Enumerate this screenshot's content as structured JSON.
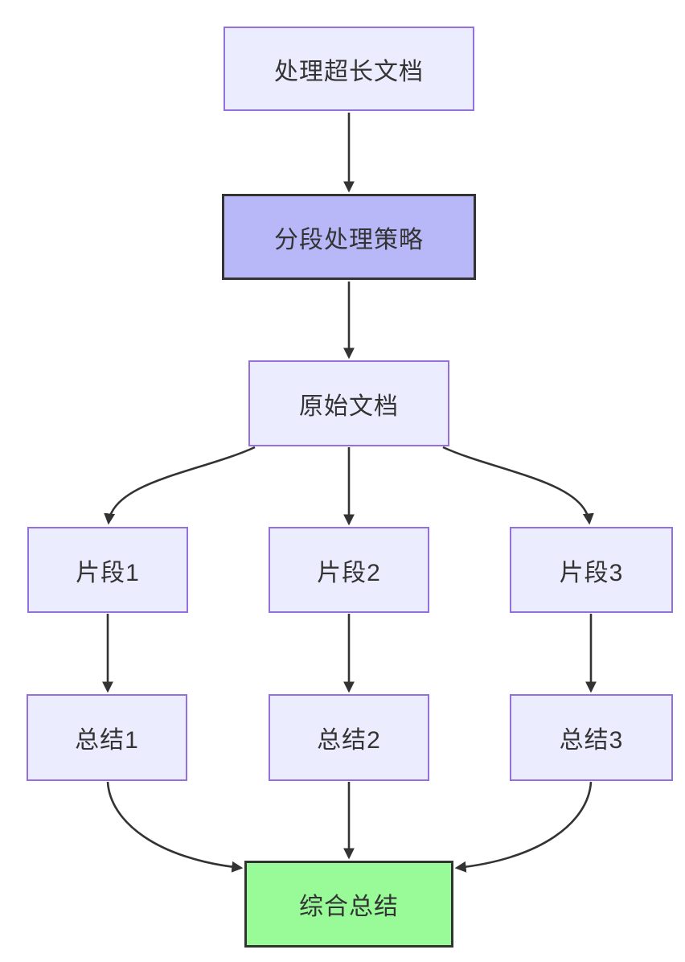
{
  "diagram": {
    "type": "flowchart",
    "direction": "top-down",
    "nodes": {
      "process_long_doc": {
        "label": "处理超长文档",
        "style": "default"
      },
      "segment_strategy": {
        "label": "分段处理策略",
        "style": "highlight"
      },
      "original_doc": {
        "label": "原始文档",
        "style": "default"
      },
      "fragment1": {
        "label": "片段1",
        "style": "default"
      },
      "fragment2": {
        "label": "片段2",
        "style": "default"
      },
      "fragment3": {
        "label": "片段3",
        "style": "default"
      },
      "summary1": {
        "label": "总结1",
        "style": "default"
      },
      "summary2": {
        "label": "总结2",
        "style": "default"
      },
      "summary3": {
        "label": "总结3",
        "style": "default"
      },
      "final_summary": {
        "label": "综合总结",
        "style": "result"
      }
    },
    "edges": [
      {
        "from": "process_long_doc",
        "to": "segment_strategy"
      },
      {
        "from": "segment_strategy",
        "to": "original_doc"
      },
      {
        "from": "original_doc",
        "to": "fragment1"
      },
      {
        "from": "original_doc",
        "to": "fragment2"
      },
      {
        "from": "original_doc",
        "to": "fragment3"
      },
      {
        "from": "fragment1",
        "to": "summary1"
      },
      {
        "from": "fragment2",
        "to": "summary2"
      },
      {
        "from": "fragment3",
        "to": "summary3"
      },
      {
        "from": "summary1",
        "to": "final_summary"
      },
      {
        "from": "summary2",
        "to": "final_summary"
      },
      {
        "from": "summary3",
        "to": "final_summary"
      }
    ],
    "colors": {
      "node_fill": "#ececff",
      "node_border": "#9370db",
      "highlight_fill": "#b8b8f8",
      "highlight_border": "#333333",
      "result_fill": "#98fb98",
      "result_border": "#333333",
      "edge_color": "#333333",
      "text_color": "#333333",
      "background": "#ffffff"
    }
  }
}
